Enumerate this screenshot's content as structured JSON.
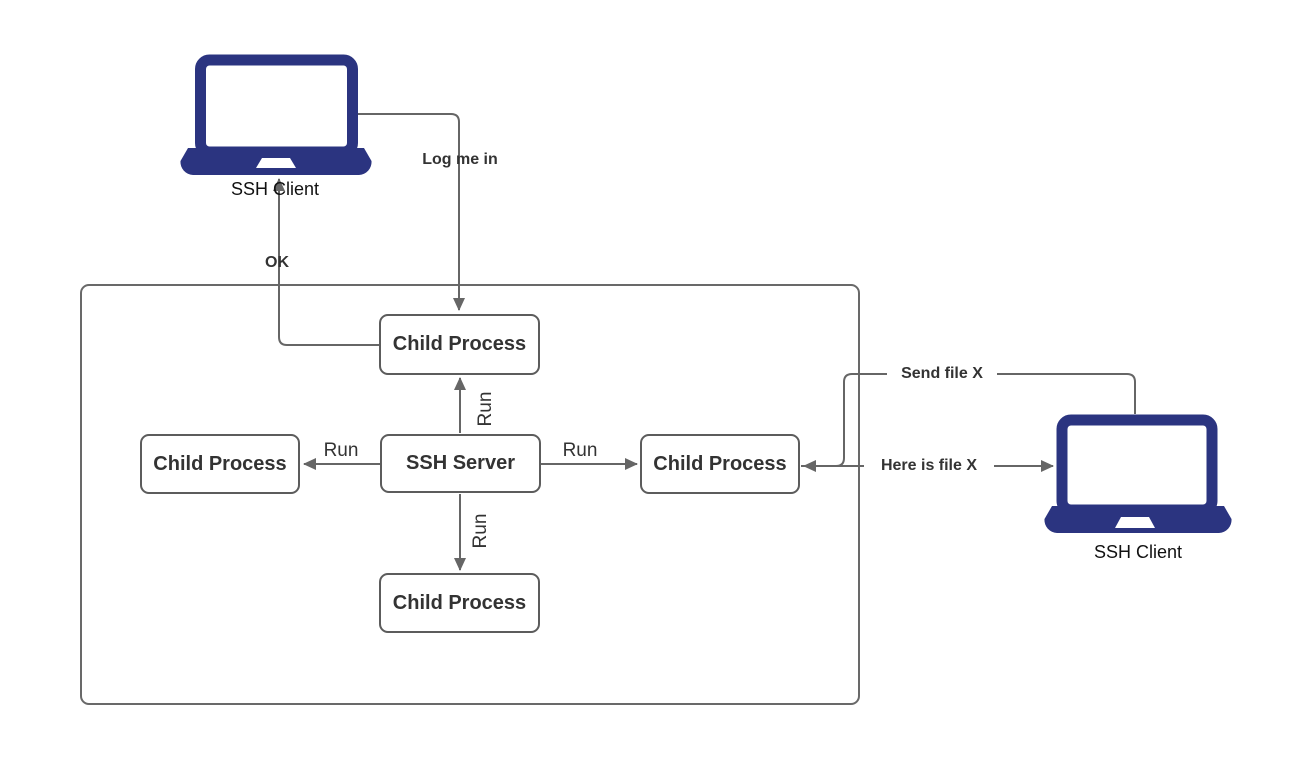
{
  "nodes": {
    "client_left": {
      "label": "SSH Client"
    },
    "client_right": {
      "label": "SSH Client"
    },
    "child_top": {
      "label": "Child Process"
    },
    "child_left": {
      "label": "Child Process"
    },
    "ssh_server": {
      "label": "SSH Server"
    },
    "child_right": {
      "label": "Child Process"
    },
    "child_bottom": {
      "label": "Child Process"
    }
  },
  "edges": {
    "log_me_in": {
      "label": "Log me in"
    },
    "ok": {
      "label": "OK"
    },
    "run_up": {
      "label": "Run"
    },
    "run_left": {
      "label": "Run"
    },
    "run_right": {
      "label": "Run"
    },
    "run_down": {
      "label": "Run"
    },
    "send_file_x": {
      "label": "Send file X"
    },
    "here_is_file_x": {
      "label": "Here is file X"
    }
  },
  "colors": {
    "laptop_fill": "#2b3480",
    "connector": "#666666",
    "node_border": "#5c5c5c",
    "node_text": "#333333",
    "background": "#ffffff"
  }
}
